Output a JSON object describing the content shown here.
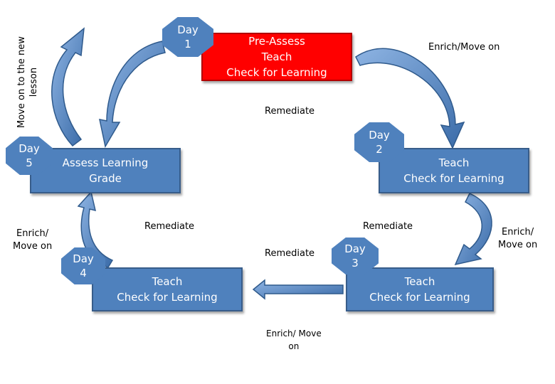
{
  "boxes": {
    "day1_box": [
      "Pre-Assess",
      "Teach",
      "Check for Learning"
    ],
    "day2_box": [
      "Teach",
      "Check for Learning"
    ],
    "day3_box": [
      "Teach",
      "Check for Learning"
    ],
    "day4_box": [
      "Teach",
      "Check for Learning"
    ],
    "day5_box": [
      "Assess Learning",
      "Grade"
    ]
  },
  "days": {
    "day1": [
      "Day",
      "1"
    ],
    "day2": [
      "Day",
      "2"
    ],
    "day3": [
      "Day",
      "3"
    ],
    "day4": [
      "Day",
      "4"
    ],
    "day5": [
      "Day",
      "5"
    ]
  },
  "labels": {
    "enrich_move_on_top": "Enrich/Move on",
    "remediate_day1": "Remediate",
    "remediate_day2": "Remediate",
    "remediate_day3": "Remediate",
    "remediate_day4": "Remediate",
    "enrich_right": [
      "Enrich/",
      "Move on"
    ],
    "enrich_left": [
      "Enrich/",
      "Move on"
    ],
    "enrich_bottom": [
      "Enrich/ Move",
      "on"
    ],
    "move_on_vertical": [
      "Move on to the new",
      "lesson"
    ]
  },
  "colors": {
    "box_blue": "#4f81bd",
    "box_border": "#385d8a",
    "start_red": "#ff0000",
    "arrow_blue": "#4f81bd"
  }
}
